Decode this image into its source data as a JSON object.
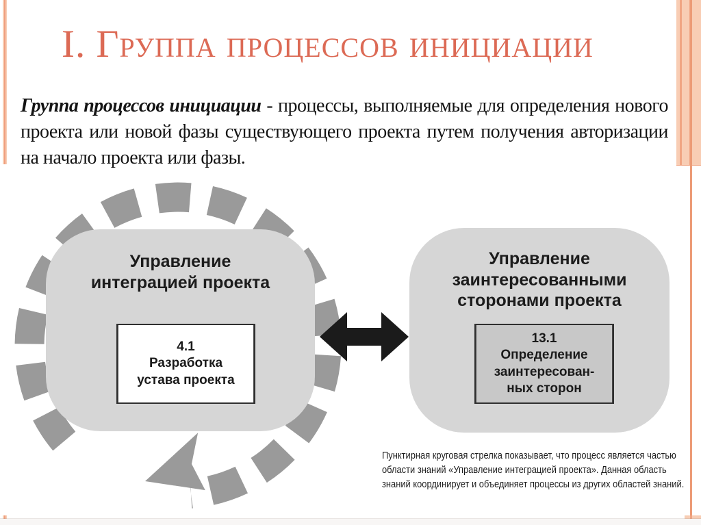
{
  "theme": {
    "title_color": "#DC6A55",
    "stripe_light": "#F8CDB4",
    "stripe_dark": "#EFA080",
    "area_gray": "#D6D6D6",
    "dash_gray": "#9A9A9A",
    "process_box_gray": "#C8C8C8",
    "arrow_black": "#1B1B1B"
  },
  "slide": {
    "title": "I. Группа процессов инициации",
    "definition": {
      "term": "Группа процессов инициации",
      "text": " - процессы, выполняемые для определения нового проекта или новой фазы существующего проекта путем получения авторизации на начало проекта или фазы."
    }
  },
  "diagram": {
    "integration_area": {
      "title_lines": [
        "Управление",
        "интеграцией проекта"
      ],
      "process_lines": [
        "4.1",
        "Разработка",
        "устава проекта"
      ]
    },
    "stakeholder_area": {
      "title_lines": [
        "Управление",
        "заинтересованными",
        "сторонами проекта"
      ],
      "process_lines": [
        "13.1",
        "Определение",
        "заинтересован-",
        "ных сторон"
      ]
    },
    "caption_lines": [
      "Пунктирная круговая стрелка показывает, что процесс является частью",
      "области знаний «Управление интеграцией проекта». Данная область",
      "знаний координирует и объединяет процессы из других областей знаний."
    ]
  }
}
